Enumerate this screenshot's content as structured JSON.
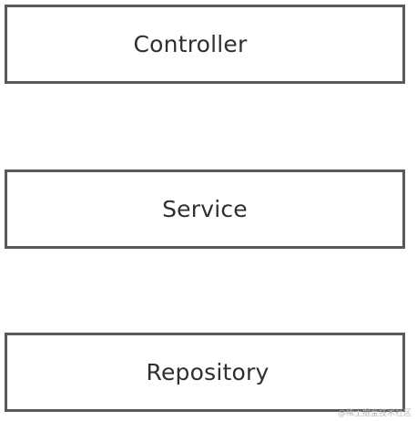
{
  "diagram": {
    "layers": [
      {
        "label": "Controller"
      },
      {
        "label": "Service"
      },
      {
        "label": "Repository"
      }
    ],
    "border_color": "#595959",
    "text_color": "#2f2f2f",
    "background": "#ffffff"
  },
  "watermark": "@稀土掘金技术社区"
}
